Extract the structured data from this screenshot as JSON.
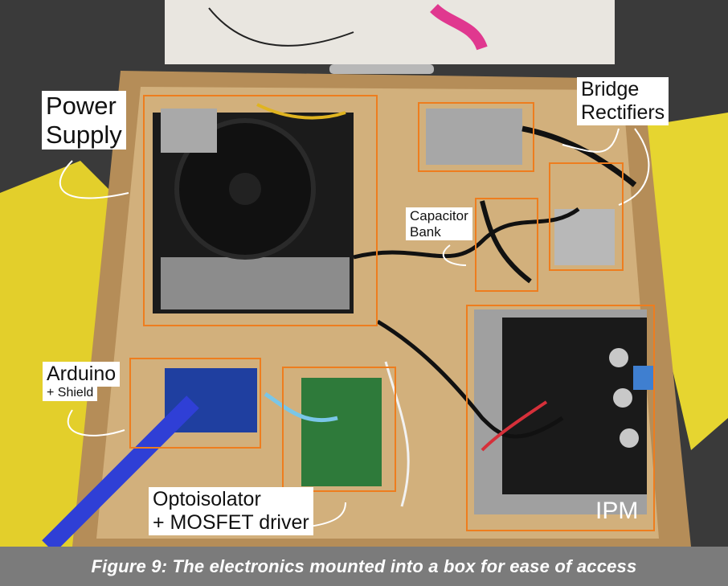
{
  "figure": {
    "caption": "Figure 9: The electronics mounted into a box for ease of access"
  },
  "annotations": {
    "power_supply": "Power\nSupply",
    "bridge_rectifiers": "Bridge\nRectifiers",
    "capacitor_bank": "Capacitor\nBank",
    "arduino": "Arduino",
    "arduino_shield": "+ Shield",
    "optoisolator": "Optoisolator\n+ MOSFET driver",
    "ipm": "IPM"
  },
  "colors": {
    "highlight_box": "#ee7d1e",
    "caption_bar": "#7b7b7b",
    "caption_text": "#ffffff",
    "wood": "#c9a26b",
    "psu_body": "#1a1a1a",
    "yellow_bin": "#e5cf2a",
    "blue_tube": "#2d3dd8"
  }
}
